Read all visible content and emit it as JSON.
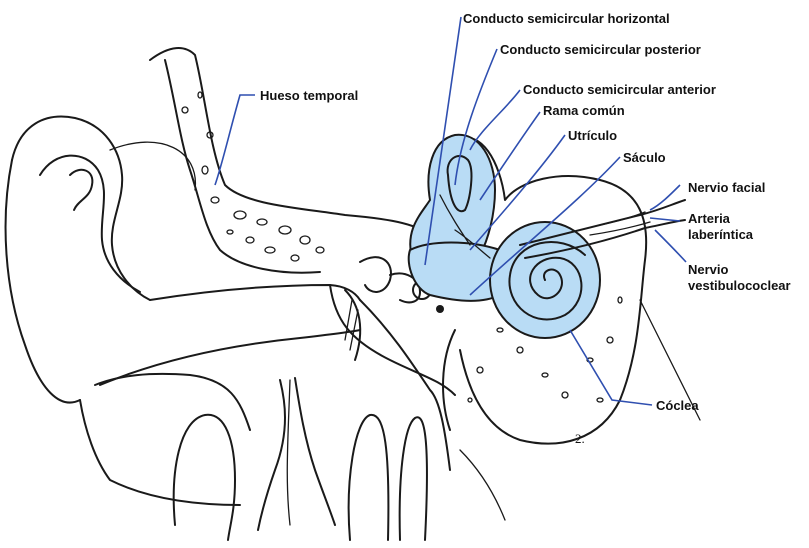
{
  "colors": {
    "inner_ear": "#b9dcf5",
    "leader_line": "#2f4fb0",
    "ink": "#1a1a1a"
  },
  "labels": {
    "horizontal": "Conducto semicircular horizontal",
    "posterior": "Conducto semicircular posterior",
    "anterior": "Conducto semicircular anterior",
    "rama": "Rama común",
    "utriculo": "Utrículo",
    "saculo": "Sáculo",
    "hueso": "Hueso temporal",
    "facial": "Nervio facial",
    "arteria": [
      "Arteria",
      "laberíntica"
    ],
    "vestibulo": [
      "Nervio",
      "vestibulococlear"
    ],
    "coclea": "Cóclea",
    "figure_number": "2."
  }
}
